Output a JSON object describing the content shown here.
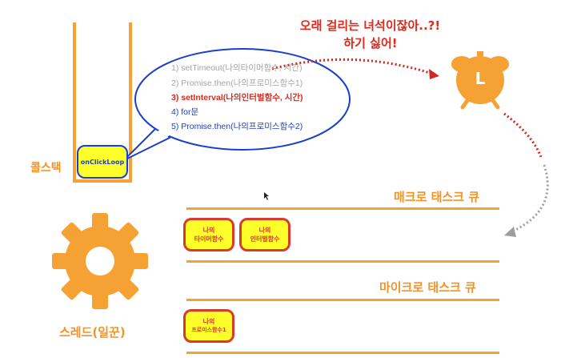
{
  "callout": {
    "line1": "오래 걸리는 녀석이잖아..?!",
    "line2": "하기 싫어!"
  },
  "call_stack": {
    "label": "콜스택",
    "frame": "onClickLoop"
  },
  "bubble": {
    "lines": [
      {
        "text": "1) setTimeout(나의타이머함수, 시간)",
        "color": "#a6a6a6"
      },
      {
        "text": "2) Promise.then(나의프로미스함수1)",
        "color": "#a6a6a6"
      },
      {
        "text": "3) setInterval(나의인터벌함수, 시간)",
        "color": "#e0281c"
      },
      {
        "text": "4) for문",
        "color": "#1f3ec9"
      },
      {
        "text": "5) Promise.then(나의프로미스함수2)",
        "color": "#1f3ec9"
      }
    ]
  },
  "macro_queue": {
    "title": "매크로 태스크 큐",
    "tasks": [
      [
        "나의",
        "타이머함수"
      ],
      [
        "나의",
        "인터벌함수"
      ]
    ]
  },
  "micro_queue": {
    "title": "마이크로 태스크 큐",
    "tasks": [
      [
        "나의",
        "프로미스함수1"
      ]
    ]
  },
  "thread": {
    "label": "스레드(일꾼)",
    "icon": "gear-icon"
  },
  "timer": {
    "letter": "L",
    "icon": "alarm-clock-icon"
  },
  "colors": {
    "accent": "#f5a133",
    "task_fill": "#ffff29",
    "task_border": "#d93a2b",
    "callout": "#e0281c",
    "bubble_border": "#1a3fcf"
  }
}
